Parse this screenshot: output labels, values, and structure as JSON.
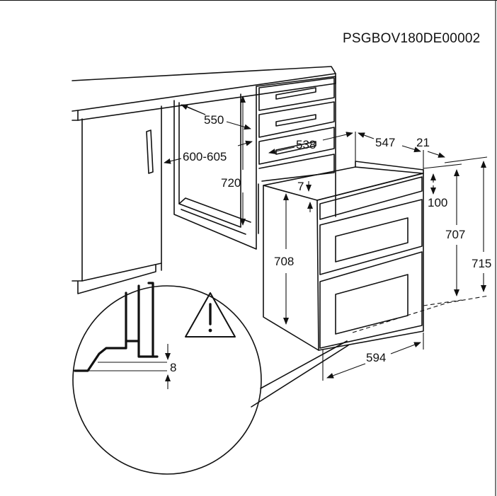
{
  "drawing_code": "PSGBOV180DE00002",
  "dimensions": {
    "d550": "550",
    "d600_605": "600-605",
    "d720": "720",
    "d538": "538",
    "d547": "547",
    "d21": "21",
    "d7": "7",
    "d100": "100",
    "d708": "708",
    "d707": "707",
    "d715": "715",
    "d594": "594",
    "d8": "8"
  },
  "colors": {
    "line": "#111111",
    "background": "#ffffff"
  },
  "icons": {
    "warning": "warning-triangle-icon"
  }
}
